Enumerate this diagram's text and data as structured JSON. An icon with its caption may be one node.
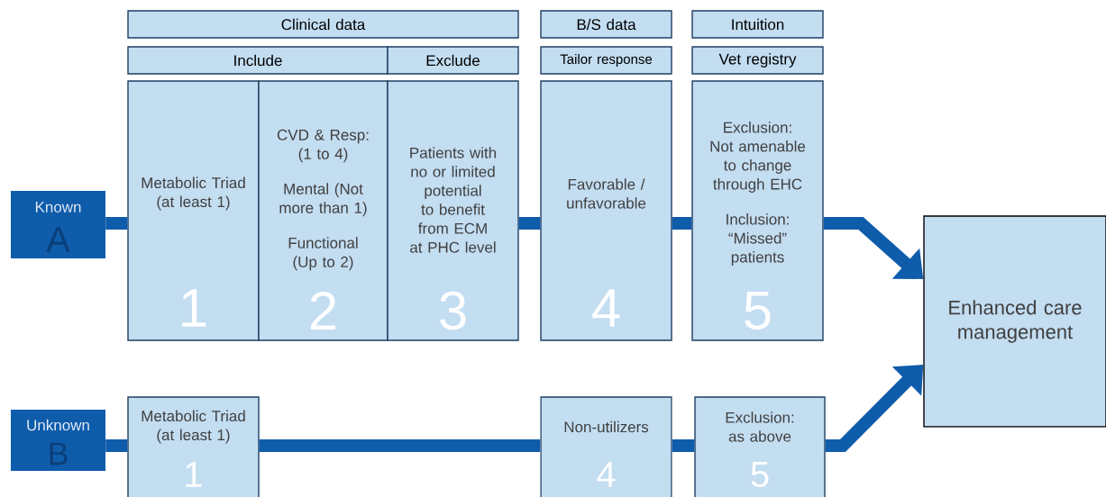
{
  "diagram": {
    "nodes": [
      {
        "text": [
          "Clinical data"
        ]
      },
      {
        "text": [
          "B/S data"
        ]
      },
      {
        "text": [
          "Intuition"
        ]
      },
      {
        "text": [
          "Include"
        ]
      },
      {
        "text": [
          "Exclude"
        ]
      },
      {
        "text": [
          "Tailor response"
        ]
      },
      {
        "text": [
          "Vet registry"
        ]
      },
      {
        "text": [
          "Known",
          "A"
        ]
      },
      {
        "text": [
          "Metabolic Triad (at least 1)",
          "1"
        ]
      },
      {
        "text": [
          "CVD & Resp: (1 to 4)",
          "Mental (Not more than 1)",
          "Functional (Up to 2)",
          "2"
        ]
      },
      {
        "text": [
          "Patients with no or limited potential to benefit from ECM at PHC level",
          "3"
        ]
      },
      {
        "text": [
          "Favorable / unfavorable",
          "4"
        ]
      },
      {
        "text": [
          "Exclusion: Not amenable to change through EHC",
          "Inclusion: “Missed” patients",
          "5"
        ]
      },
      {
        "text": [
          "Enhanced care management"
        ]
      },
      {
        "text": [
          "Unknown",
          "B"
        ]
      },
      {
        "text": [
          "Metabolic Triad (at least 1)",
          "1"
        ]
      },
      {
        "text": [
          "Non-utilizers",
          "4"
        ]
      },
      {
        "text": [
          "Exclusion: as above",
          "5"
        ]
      }
    ],
    "edges": [
      {
        "from": 7,
        "to": 8,
        "arrow": "none"
      },
      {
        "from": 10,
        "to": 11,
        "arrow": "none"
      },
      {
        "from": 11,
        "to": 12,
        "arrow": "none"
      },
      {
        "from": 12,
        "to": 13,
        "arrow": "to"
      },
      {
        "from": 14,
        "to": 15,
        "arrow": "none"
      },
      {
        "from": 15,
        "to": 16,
        "arrow": "none"
      },
      {
        "from": 16,
        "to": 17,
        "arrow": "none"
      },
      {
        "from": 17,
        "to": 13,
        "arrow": "to"
      }
    ]
  }
}
